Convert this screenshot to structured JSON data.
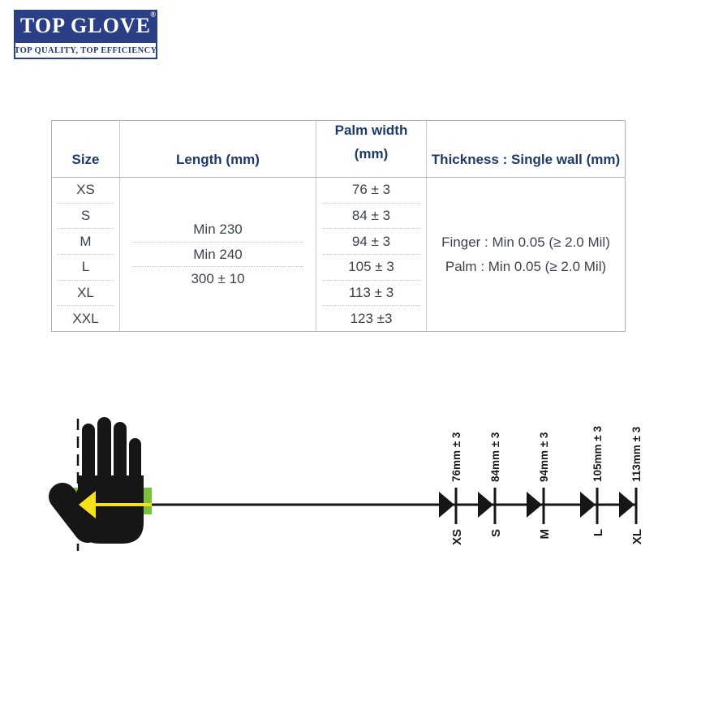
{
  "logo": {
    "brand": "TOP GLOVE",
    "registered_mark": "®",
    "tagline": "TOP QUALITY, TOP EFFICIENCY",
    "brand_blue": "#2B3F87"
  },
  "table": {
    "headers": {
      "size": "Size",
      "length": "Length (mm)",
      "palm_line1": "Palm width",
      "palm_line2": "(mm)",
      "thickness": "Thickness : Single wall (mm)"
    },
    "sizes": [
      "XS",
      "S",
      "M",
      "L",
      "XL",
      "XXL"
    ],
    "length_values": [
      "Min 230",
      "Min 240",
      "300 ± 10"
    ],
    "palm_widths": [
      "76 ± 3",
      "84 ± 3",
      "94 ± 3",
      "105 ± 3",
      "113 ± 3",
      "123 ±3"
    ],
    "thickness_values": [
      "Finger : Min 0.05 (≥ 2.0 Mil)",
      "Palm : Min 0.05 (≥ 2.0 Mil)"
    ]
  },
  "diagram": {
    "colors": {
      "band_green": "#7CC239",
      "arrow_yellow": "#F6E11B",
      "hand_black": "#161616"
    },
    "markers": [
      {
        "size": "XS",
        "width_label": "76mm ± 3"
      },
      {
        "size": "S",
        "width_label": "84mm ± 3"
      },
      {
        "size": "M",
        "width_label": "94mm ± 3"
      },
      {
        "size": "L",
        "width_label": "105mm ± 3"
      },
      {
        "size": "XL",
        "width_label": "113mm ± 3"
      }
    ]
  }
}
